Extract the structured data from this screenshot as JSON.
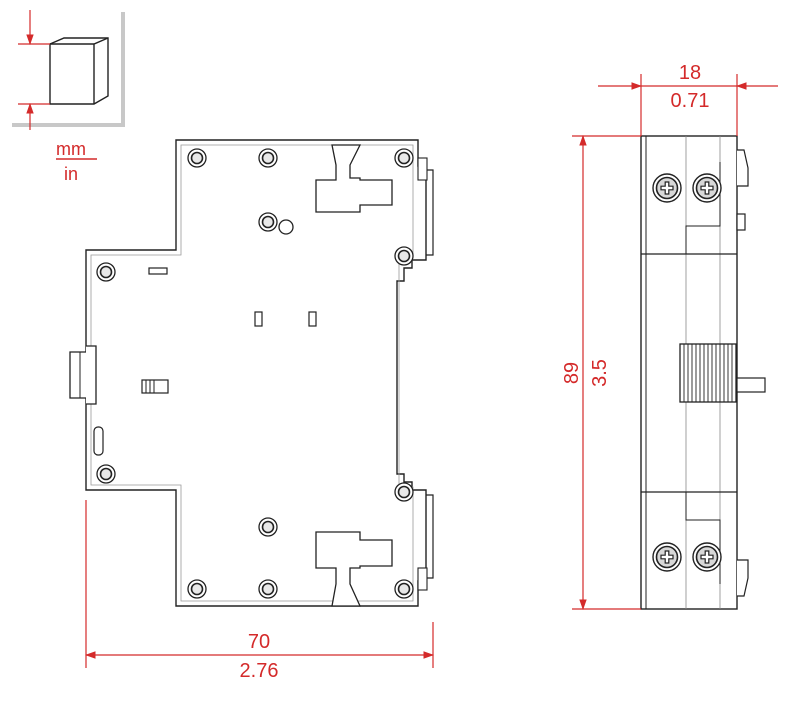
{
  "units": {
    "primary": "mm",
    "secondary": "in"
  },
  "dimensions": {
    "width": {
      "mm": "70",
      "in": "2.76"
    },
    "height": {
      "mm": "89",
      "in": "3.5"
    },
    "depth": {
      "mm": "18",
      "in": "0.71"
    }
  },
  "colors": {
    "dimension": "#d42a2a",
    "outline": "#222222",
    "shadow": "#c8c8c8"
  },
  "icons": [
    "unit-legend-cube-icon",
    "screw-terminal-icon",
    "mounting-hole-icon"
  ]
}
